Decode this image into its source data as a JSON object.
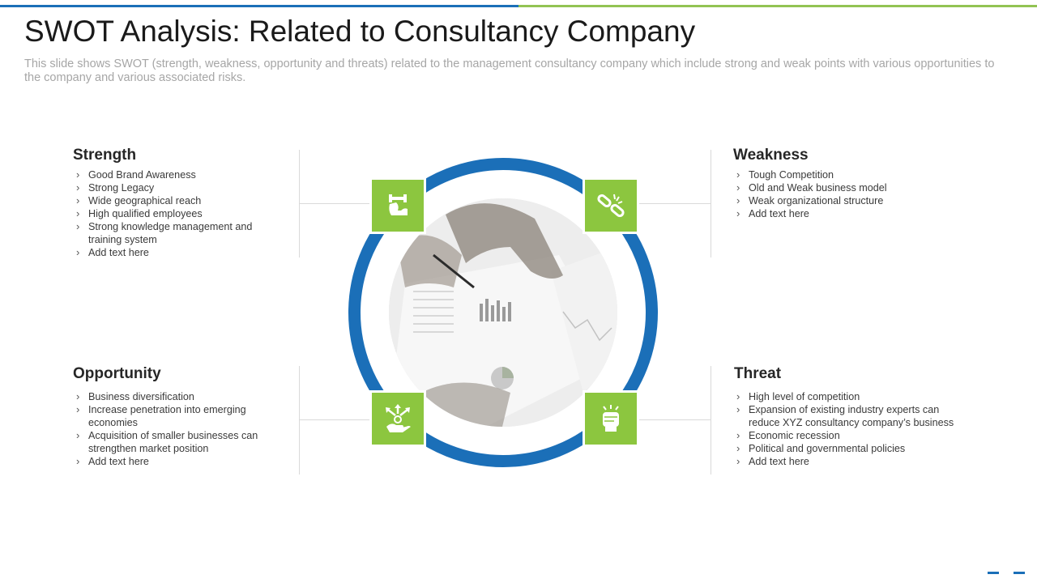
{
  "title": "SWOT Analysis: Related to Consultancy Company",
  "subtitle": "This slide shows SWOT (strength, weakness, opportunity and threats) related to the management consultancy  company which include strong and weak points with various opportunities to the company and various associated risks.",
  "colors": {
    "accent_blue": "#1b6fb8",
    "accent_green": "#8cc63f",
    "title_text": "#1a1a1a",
    "subtitle_text": "#a6a6a6"
  },
  "strength": {
    "title": "Strength",
    "icon": "strength-arm-dumbbell-icon",
    "items": [
      "Good Brand Awareness",
      "Strong Legacy",
      "Wide geographical reach",
      "High qualified employees",
      "Strong knowledge management and training system",
      "Add text here"
    ]
  },
  "weakness": {
    "title": "Weakness",
    "icon": "broken-chain-icon",
    "items": [
      "Tough Competition",
      "Old and Weak business model",
      "Weak organizational structure",
      "Add text here"
    ]
  },
  "opportunity": {
    "title": "Opportunity",
    "icon": "hand-arrows-opportunity-icon",
    "items": [
      "Business diversification",
      "Increase penetration into emerging economies",
      "Acquisition of smaller businesses can strengthen market position",
      "Add text here"
    ]
  },
  "threat": {
    "title": "Threat",
    "icon": "fist-threat-icon",
    "items": [
      "High level of competition",
      "Expansion of existing industry experts can reduce XYZ consultancy company’s business",
      "Economic recession",
      "Political and governmental  policies",
      "Add text here"
    ]
  }
}
